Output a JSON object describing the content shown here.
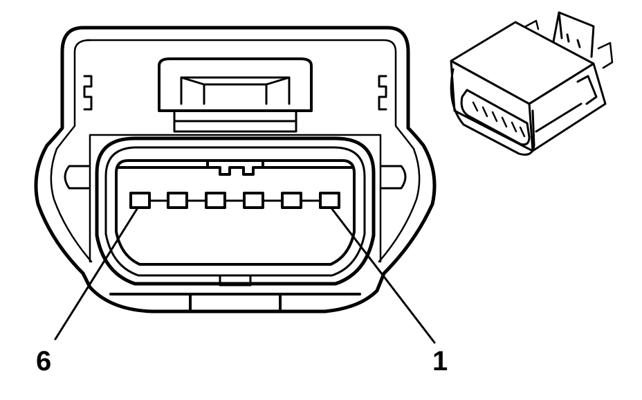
{
  "diagram": {
    "pin_labels": {
      "left": "6",
      "right": "1"
    },
    "pin_count": 6,
    "colors": {
      "line": "#000000",
      "background": "#ffffff"
    }
  }
}
